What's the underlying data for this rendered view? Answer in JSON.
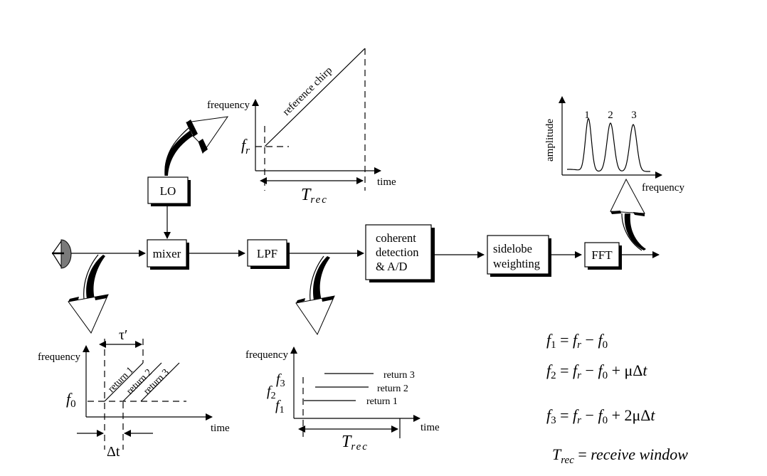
{
  "blocks": {
    "lo": "LO",
    "mixer": "mixer",
    "lpf": "LPF",
    "coherent": [
      "coherent",
      "detection",
      "& A/D"
    ],
    "sidelobe": [
      "sidelobe",
      "weighting"
    ],
    "fft": "FFT"
  },
  "reference_chirp_plot": {
    "y_label": "frequency",
    "x_label": "time",
    "line_label": "reference chirp",
    "start_label": "f",
    "start_sub": "r",
    "window_label": "T",
    "window_sub": "rec"
  },
  "spectrum_plot": {
    "y_label": "amplitude",
    "x_label": "frequency",
    "peaks": [
      "1",
      "2",
      "3"
    ]
  },
  "returns_plot": {
    "y_label": "frequency",
    "x_label": "time",
    "base_label": "f",
    "base_sub": "0",
    "lines": [
      "return 1",
      "return 2",
      "return 3"
    ],
    "tau_label": "τ′",
    "delta_label": "Δt"
  },
  "beat_plot": {
    "y_label": "frequency",
    "x_label": "time",
    "freq_labels": [
      {
        "f": "f",
        "sub": "1"
      },
      {
        "f": "f",
        "sub": "2"
      },
      {
        "f": "f",
        "sub": "3"
      }
    ],
    "lines": [
      "return 1",
      "return 2",
      "return 3"
    ],
    "window_label": "T",
    "window_sub": "rec"
  },
  "equations": [
    {
      "lhs": "f",
      "lhs_sub": "1",
      "rhs": "= f_r − f_0"
    },
    {
      "lhs": "f",
      "lhs_sub": "2",
      "rhs": "= f_r − f_0 + μΔt"
    },
    {
      "lhs": "f",
      "lhs_sub": "3",
      "rhs": "= f_r − f_0 + 2μΔt"
    },
    {
      "lhs": "T",
      "lhs_sub": "rec",
      "rhs": "= receive  window"
    }
  ]
}
